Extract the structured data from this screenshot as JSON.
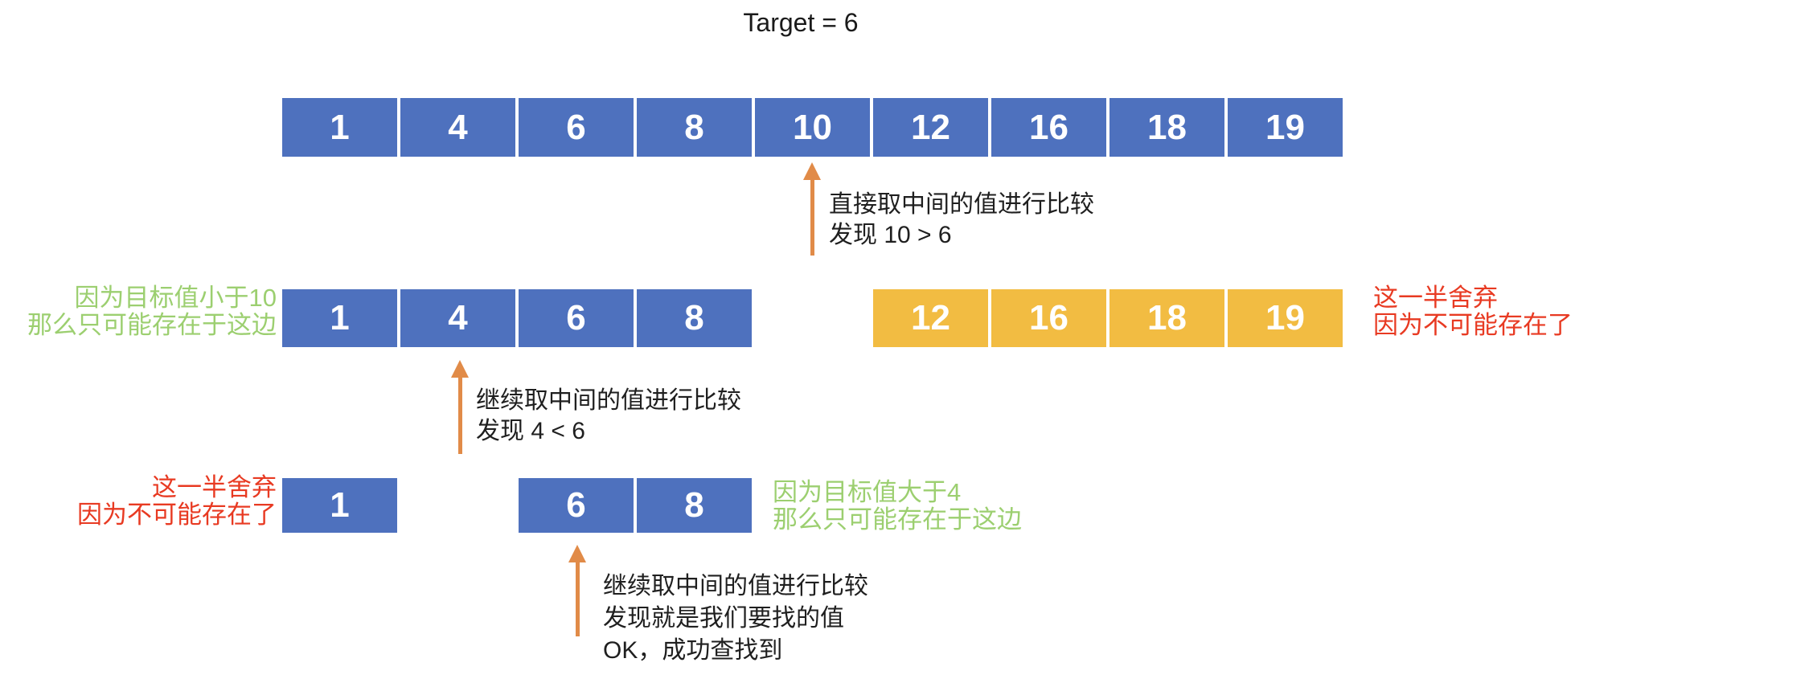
{
  "title": "Target = 6",
  "colors": {
    "box_blue": "#4E71BE",
    "box_gold": "#F2BC42",
    "arrow_orange": "#E18B48",
    "label_green": "#9CCF70",
    "label_red": "#E83A22",
    "text_black": "#1F1F1F"
  },
  "step1": {
    "array": [
      "1",
      "4",
      "6",
      "8",
      "10",
      "12",
      "16",
      "18",
      "19"
    ],
    "note_lines": [
      "直接取中间的值进行比较",
      "发现 10 > 6"
    ]
  },
  "step2": {
    "left_label_lines": [
      "因为目标值小于10",
      "那么只可能存在于这边"
    ],
    "kept_array": [
      "1",
      "4",
      "6",
      "8"
    ],
    "discarded_array": [
      "12",
      "16",
      "18",
      "19"
    ],
    "right_label_lines": [
      "这一半舍弃",
      "因为不可能存在了"
    ],
    "note_lines": [
      "继续取中间的值进行比较",
      "发现 4 < 6"
    ]
  },
  "step3": {
    "left_label_lines": [
      "这一半舍弃",
      "因为不可能存在了"
    ],
    "discarded_array": [
      "1"
    ],
    "kept_array": [
      "6",
      "8"
    ],
    "right_label_lines": [
      "因为目标值大于4",
      "那么只可能存在于这边"
    ],
    "note_lines": [
      "继续取中间的值进行比较",
      "发现就是我们要找的值",
      "OK，成功查找到"
    ]
  }
}
